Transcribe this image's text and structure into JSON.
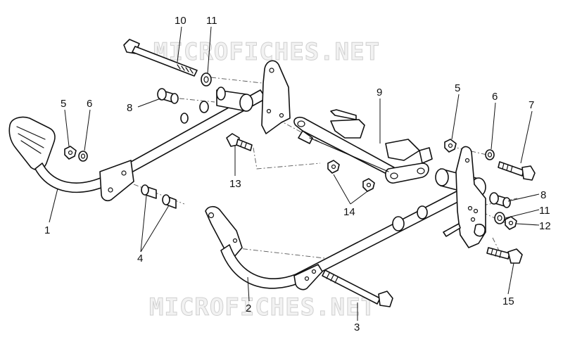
{
  "watermarks": [
    "MICROFICHES.NET",
    "MICROFICHES.NET"
  ],
  "callouts": [
    {
      "id": "c10",
      "label": "10"
    },
    {
      "id": "c11a",
      "label": "11"
    },
    {
      "id": "c8a",
      "label": "8"
    },
    {
      "id": "c5a",
      "label": "5"
    },
    {
      "id": "c6a",
      "label": "6"
    },
    {
      "id": "c1",
      "label": "1"
    },
    {
      "id": "c4",
      "label": "4"
    },
    {
      "id": "c13",
      "label": "13"
    },
    {
      "id": "c9",
      "label": "9"
    },
    {
      "id": "c14",
      "label": "14"
    },
    {
      "id": "c5b",
      "label": "5"
    },
    {
      "id": "c6b",
      "label": "6"
    },
    {
      "id": "c7",
      "label": "7"
    },
    {
      "id": "c8b",
      "label": "8"
    },
    {
      "id": "c11b",
      "label": "11"
    },
    {
      "id": "c12",
      "label": "12"
    },
    {
      "id": "c15",
      "label": "15"
    },
    {
      "id": "c2",
      "label": "2"
    },
    {
      "id": "c3",
      "label": "3"
    }
  ]
}
